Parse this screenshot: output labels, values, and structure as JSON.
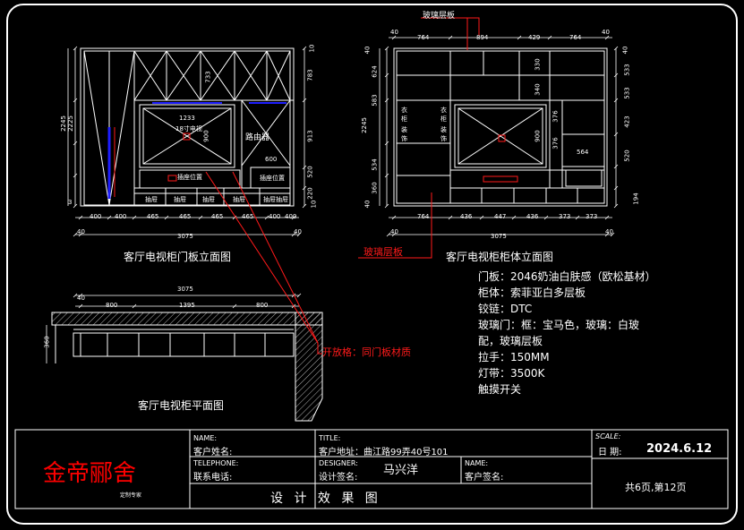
{
  "drawing": {
    "dims": {
      "elev1_left": [
        "2245",
        "2225",
        "3"
      ],
      "elev1_right": [
        "10",
        "783",
        "913",
        "520",
        "220",
        "10"
      ],
      "elev1_bottom": [
        "400",
        "400",
        "465",
        "465",
        "465",
        "465",
        "400",
        "400"
      ],
      "elev1_total": "3075",
      "elev1_inner": [
        "1233",
        "900",
        "600",
        "733"
      ],
      "elev2_top": [
        "40",
        "764",
        "894",
        "429",
        "764",
        "40"
      ],
      "elev2_left": [
        "40",
        "2245",
        "624",
        "583",
        "534",
        "360",
        "40"
      ],
      "elev2_right": [
        "40",
        "533",
        "533",
        "423",
        "520",
        "194"
      ],
      "elev2_mid": [
        "330",
        "340",
        "376",
        "376",
        "900",
        "564"
      ],
      "elev2_bottom": [
        "764",
        "436",
        "447",
        "436",
        "373",
        "373"
      ],
      "elev2_total": "3075",
      "plan_total": "3075",
      "plan_parts": [
        "800",
        "1395",
        "800"
      ],
      "plan_left": "360",
      "small_zeros": [
        "40",
        "40",
        "40",
        "40",
        "40"
      ]
    },
    "inner_labels": {
      "elev1_tv": "18寸电视",
      "elev1_router": "路由器",
      "elev1_box1": "插座位置",
      "elev1_box2": "插座位置",
      "elev1_drawers": [
        "抽屉",
        "抽屉",
        "抽屉",
        "抽屉",
        "抽屉",
        "抽屉"
      ],
      "elev2_side_left": [
        "衣",
        "柜",
        "装",
        "饰"
      ],
      "elev2_side_right": [
        "衣",
        "柜",
        "装",
        "饰"
      ]
    },
    "captions": {
      "elev1": "客厅电视柜门板立面图",
      "elev2": "客厅电视柜柜体立面图",
      "plan": "客厅电视柜平面图"
    },
    "callouts": {
      "glass_top": "玻璃层板",
      "glass_mid": "玻璃层板",
      "open_cell": "开放格：同门板材质"
    }
  },
  "specs": [
    "门板：2046奶油白肤感（欧松基材）",
    "柜体：索菲亚白多层板",
    "铰链：DTC",
    "玻璃门：框：宝马色，玻璃：白玻",
    "配，玻璃层板",
    "拉手：150MM",
    "灯带：3500K",
    "触摸开关"
  ],
  "titleblock": {
    "logo": "金帝郦舍",
    "logo_sub": "定制专家",
    "name_label": "NAME:",
    "name_cn": "客户姓名:",
    "tel_label": "TELEPHONE:",
    "tel_cn": "联系电话:",
    "title_label": "TITLE:",
    "address": "客户地址：曲江路99弄40号101",
    "designer_label": "DESIGNER:",
    "designer_cn": "设计签名:",
    "designer_name": "马兴洋",
    "cust_label": "NAME:",
    "cust_cn": "客户签名:",
    "scale_label": "SCALE:",
    "date_label": "日  期:",
    "date": "2024.6.12",
    "footer": "设  计  效  果  图",
    "pages": "共6页,第12页"
  },
  "colors": {
    "background": "#000000",
    "line": "#ffffff",
    "accent": "#ff1a1a",
    "blue": "#1e1eff",
    "logo": "#ff0000"
  }
}
